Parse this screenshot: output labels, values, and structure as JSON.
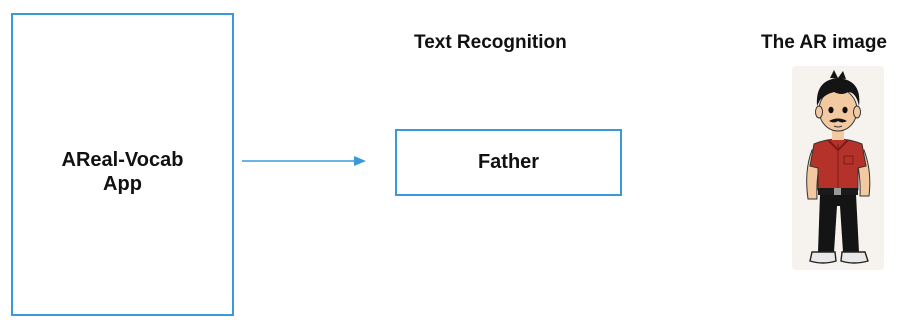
{
  "app": {
    "label": "AReal-Vocab\nApp"
  },
  "recognition": {
    "heading": "Text Recognition",
    "word": "Father"
  },
  "ar": {
    "heading": "The AR image",
    "figure_icon": "cartoon-father-figure"
  },
  "colors": {
    "box_border": "#3a9ad9",
    "arrow": "#3a9ad9",
    "text": "#111111"
  }
}
